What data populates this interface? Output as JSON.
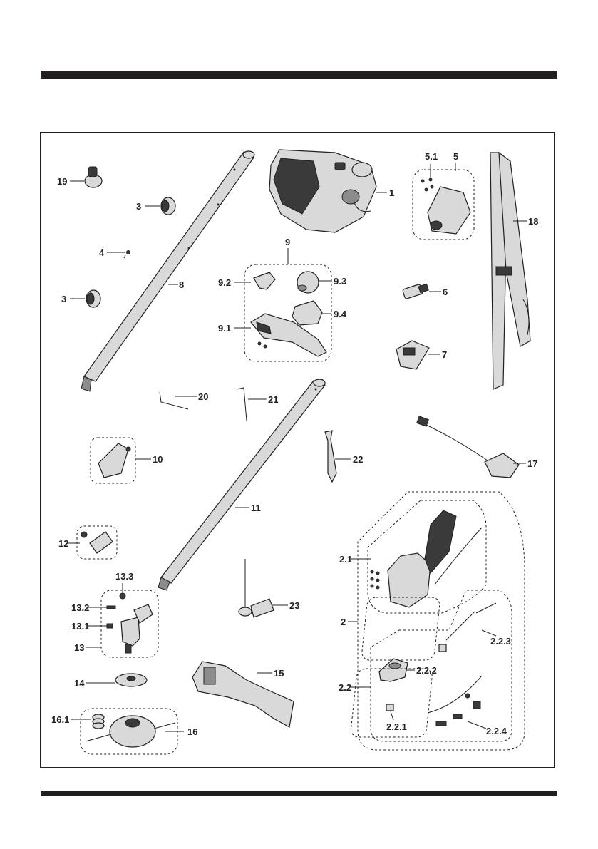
{
  "labels": {
    "p1": "1",
    "p2": "2",
    "p2_1": "2.1",
    "p2_2": "2.2",
    "p2_2_1": "2.2.1",
    "p2_2_2": "2.2.2",
    "p2_2_3": "2.2.3",
    "p2_2_4": "2.2.4",
    "p3a": "3",
    "p3b": "3",
    "p4": "4",
    "p5": "5",
    "p5_1": "5.1",
    "p6": "6",
    "p7": "7",
    "p8": "8",
    "p9": "9",
    "p9_1": "9.1",
    "p9_2": "9.2",
    "p9_3": "9.3",
    "p9_4": "9.4",
    "p10": "10",
    "p11": "11",
    "p12": "12",
    "p13": "13",
    "p13_1": "13.1",
    "p13_2": "13.2",
    "p13_3": "13.3",
    "p14": "14",
    "p15": "15",
    "p16": "16",
    "p16_1": "16.1",
    "p17": "17",
    "p18": "18",
    "p19": "19",
    "p20": "20",
    "p21": "21",
    "p22": "22",
    "p23": "23"
  },
  "colors": {
    "ink": "#231f20",
    "part_fill": "#d9d9d9",
    "dark": "#3a3a3a"
  }
}
